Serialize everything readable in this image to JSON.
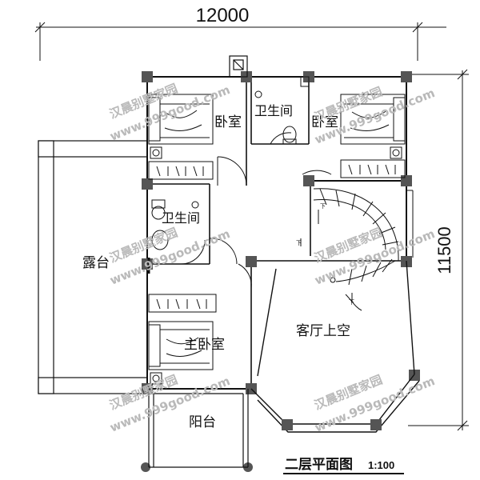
{
  "dimensions": {
    "width_label": "12000",
    "depth_label": "11500"
  },
  "rooms": {
    "bedroom_left": "卧室",
    "bathroom_top": "卫生间",
    "bedroom_right": "卧室",
    "bathroom_mid": "卫生间",
    "terrace": "露台",
    "master_bedroom": "主卧室",
    "living_void": "客厅上空",
    "balcony": "阳台"
  },
  "title": {
    "main": "二层平面图",
    "scale": "1:100"
  },
  "stair_marks": {
    "up_a": "下",
    "up_b": "下",
    "up_c": "下"
  },
  "watermark": {
    "brand": "汉晨别墅家园",
    "url": "www.999good.com"
  }
}
